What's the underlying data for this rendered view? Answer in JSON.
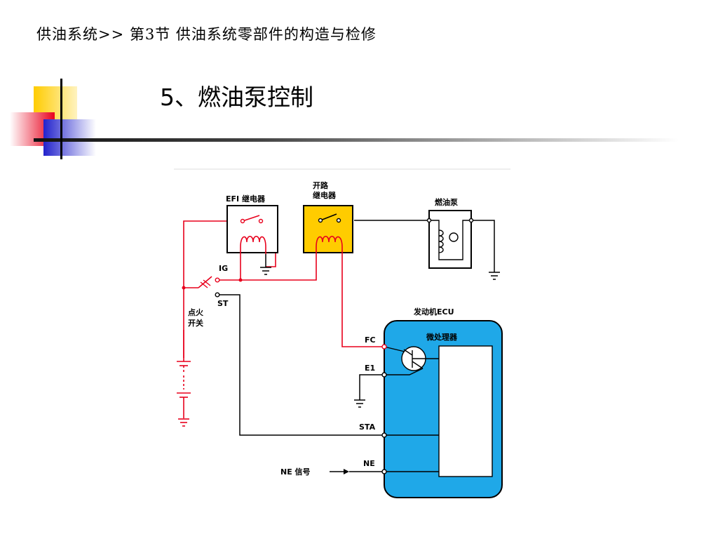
{
  "header": {
    "breadcrumb": "供油系统>> 第3节 供油系统零部件的构造与检修",
    "title": "5、燃油泵控制"
  },
  "diagram": {
    "labels": {
      "efi_relay": "EFI 继电器",
      "circuit_relay_line1": "开路",
      "circuit_relay_line2": "继电器",
      "fuel_pump": "燃油泵",
      "ig": "IG",
      "st": "ST",
      "ignition_switch_line1": "点火",
      "ignition_switch_line2": "开关",
      "engine_ecu": "发动机ECU",
      "microprocessor": "微处理器",
      "fc": "FC",
      "e1": "E1",
      "sta": "STA",
      "ne": "NE",
      "ne_signal": "NE 信号"
    },
    "colors": {
      "red_wire": "#e8001c",
      "black_wire": "#000000",
      "relay_fill": "#ffcc00",
      "ecu_fill": "#1fa8e8",
      "deco_yellow": "#ffcc00",
      "deco_red": "#e8001c",
      "deco_blue": "#2222cc"
    }
  }
}
